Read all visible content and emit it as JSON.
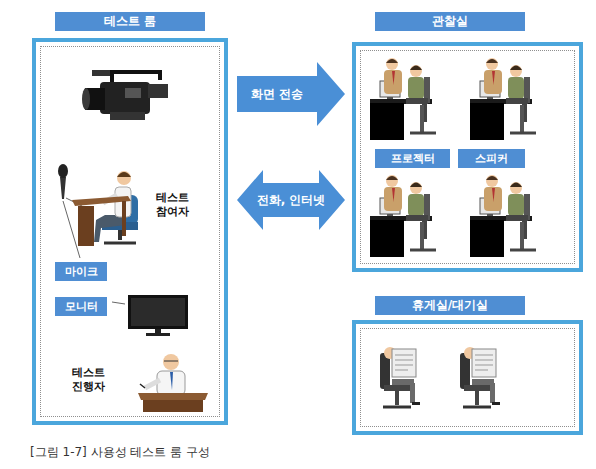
{
  "diagram": {
    "caption": "[그림 1-7] 사용성 테스트 룸 구성",
    "nodes": [
      {
        "text": [
          "테스트 룸"
        ]
      },
      {
        "text": [
          "마이크"
        ],
        "in": 0
      },
      {
        "text": [
          "모니터"
        ],
        "in": 0
      },
      {
        "text": [
          "관찰실"
        ]
      },
      {
        "text": [
          "프로젝터"
        ],
        "in": 3
      },
      {
        "text": [
          "스피커"
        ],
        "in": 3
      },
      {
        "text": [
          "휴게실/대기실"
        ]
      }
    ],
    "edges": [
      {
        "from": 0,
        "to": 3,
        "label": "화면 전송",
        "arrow": "to"
      },
      {
        "from": 0,
        "to": 3,
        "label": "전화, 인터넷",
        "arrow": "both"
      }
    ],
    "labels": [
      "테스트 참여자",
      "테스트 진행자"
    ]
  }
}
